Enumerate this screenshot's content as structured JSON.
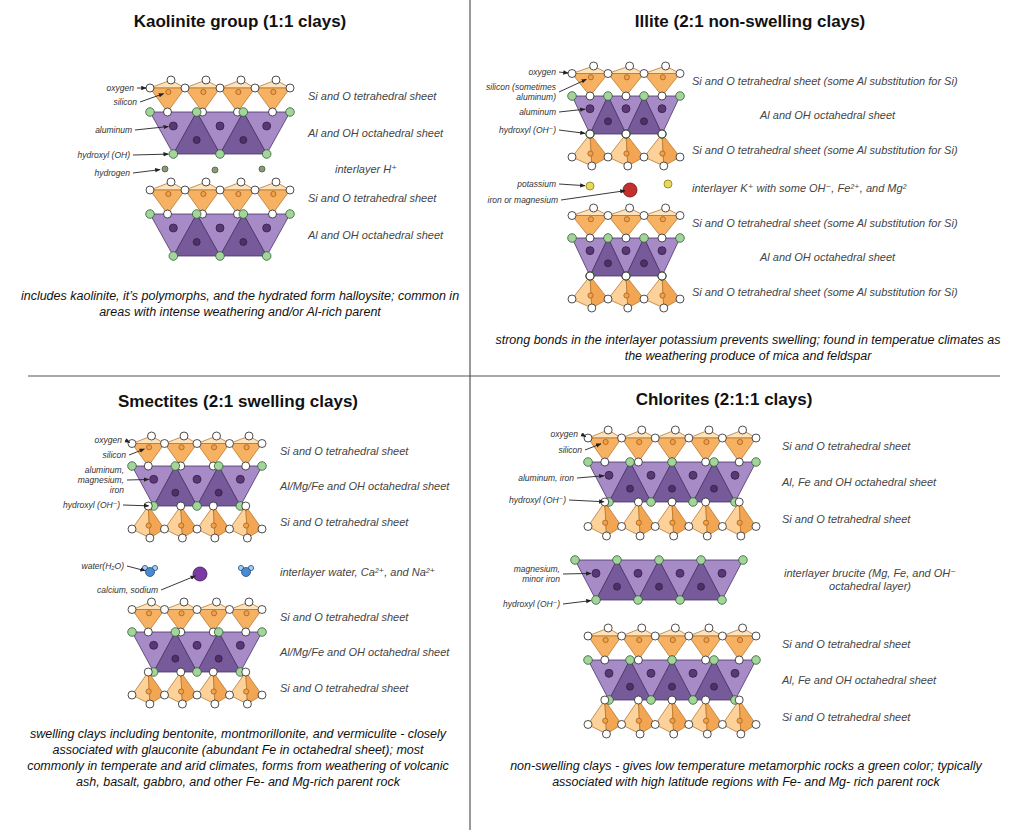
{
  "diagram": {
    "nodes": [
      {
        "text": [
          "Kaolinite group (1:1 clays)",
          "includes kaolinite, it’s polymorphs, and the hydrated form halloysite; common in areas with intense weathering and/or Al-rich parent"
        ]
      },
      {
        "text": [
          "Illite (2:1 non-swelling clays)",
          "strong bonds in the interlayer potassium prevents swelling; found in temperatue climates as the weathering produce of mica and feldspar"
        ]
      },
      {
        "text": [
          "Smectites (2:1 swelling clays)",
          "swelling clays including bentonite, montmorillonite, and vermiculite - closely associated with glauconite (abundant Fe in octahedral sheet); most commonly in temperate and arid climates, forms from weathering of volcanic ash, basalt, gabbro, and other Fe- and Mg-rich parent rock"
        ]
      },
      {
        "text": [
          "Chlorites (2:1:1 clays)",
          "non-swelling clays - gives low temperature metamorphic rocks a green color; typically associated with high latitude regions with Fe- and Mg- rich parent rock"
        ]
      }
    ],
    "labels": [
      "oxygen",
      "silicon",
      "aluminum",
      "hydroxyl (OH)",
      "hydrogen",
      "Si and O tetrahedral sheet",
      "Al and OH octahedral sheet",
      "interlayer H⁺",
      "Si and O tetrahedral sheet",
      "Al and OH octahedral sheet",
      "oxygen",
      "silicon (sometimes aluminum)",
      "aluminum",
      "hydroxyl (OH⁻)",
      "potassium",
      "iron or magnesium",
      "Si and O tetrahedral sheet (some Al substitution for Si)",
      "Al and OH octahedral sheet",
      "Si and O tetrahedral sheet (some Al substitution for Si)",
      "interlayer K⁺ with some OH⁻, Fe²⁺, and Mg²",
      "Si and O tetrahedral sheet (some Al substitution for Si)",
      "Al and OH octahedral sheet",
      "Si and O tetrahedral sheet (some Al substitution for Si)",
      "oxygen",
      "silicon",
      "aluminum, magnesium, iron",
      "hydroxyl (OH⁻)",
      "water(H₂O)",
      "calcium, sodium",
      "Si and O tetrahedral sheet",
      "Al/Mg/Fe and OH octahedral sheet",
      "Si and O tetrahedral sheet",
      "interlayer water, Ca²⁺, and Na²⁺",
      "Si and O tetrahedral sheet",
      "Al/Mg/Fe and OH octahedral sheet",
      "Si and O tetrahedral sheet",
      "oxygen",
      "silicon",
      "aluminum, iron",
      "hydroxyl (OH⁻)",
      "magnesium, minor iron",
      "hydroxyl (OH⁻)",
      "Si and O tetrahedral sheet",
      "Al, Fe and OH octahedral sheet",
      "Si and O tetrahedral sheet",
      "interlayer brucite (Mg, Fe, and OH⁻ octahedral layer)",
      "Si and O tetrahedral sheet",
      "Al, Fe and OH octahedral sheet",
      "Si and O tetrahedral sheet"
    ]
  }
}
